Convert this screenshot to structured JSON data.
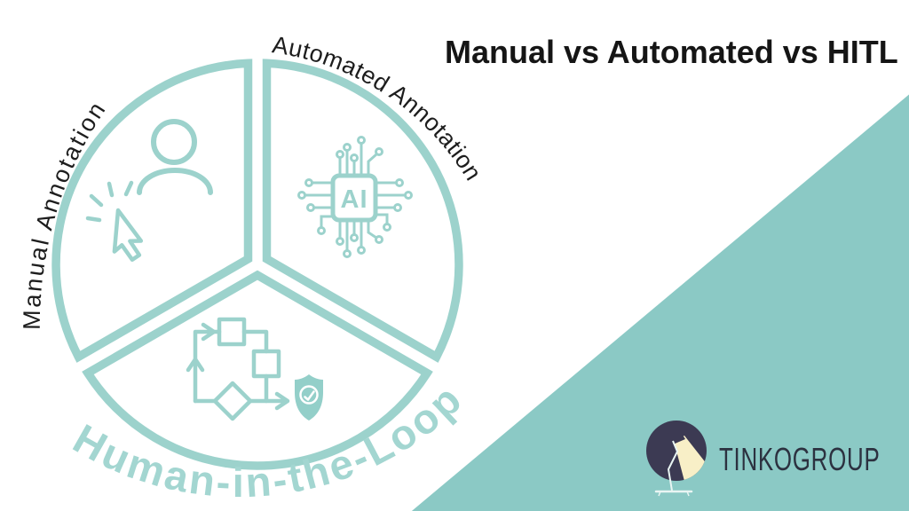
{
  "title": "Manual vs Automated vs HITL",
  "diagram": {
    "segments": [
      {
        "id": "manual",
        "label": "Manual Annotation"
      },
      {
        "id": "automated",
        "label": "Automated Annotation"
      },
      {
        "id": "hitl",
        "label": "Human-in-the-Loop"
      }
    ],
    "ai_chip_label": "AI",
    "icons": [
      "person-icon",
      "cursor-click-icon",
      "ai-chip-icon",
      "workflow-icon",
      "shield-check-icon"
    ]
  },
  "branding": {
    "company": "TINKOGROUP",
    "logo_icon": "desk-lamp-icon"
  },
  "colors": {
    "teal_stroke": "#9cd2cc",
    "teal_text": "#a3d6d1",
    "triangle": "#8bc9c5",
    "shield_fill": "#93cfc9",
    "logo_navy": "#3c3a53",
    "logo_beam": "#f8efc7",
    "heading_text": "#151515",
    "annotation_text": "#1d1d1d"
  }
}
